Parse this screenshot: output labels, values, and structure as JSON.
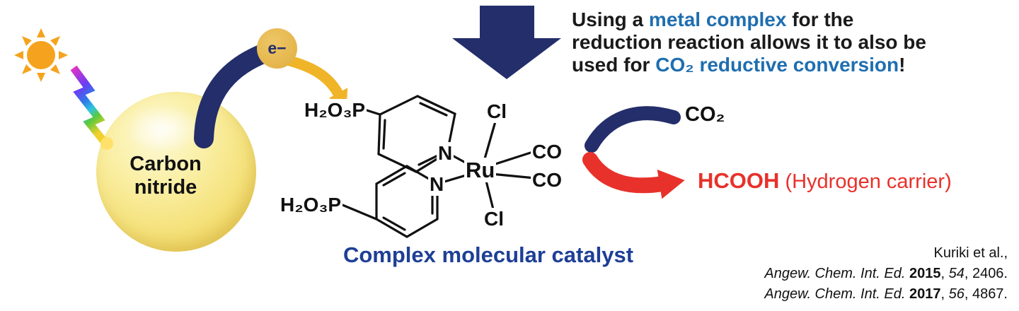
{
  "colors": {
    "navy_arrow": "#232e6a",
    "highlight_blue": "#1f6eb0",
    "catalyst_caption_blue": "#1e3f96",
    "product_red": "#e8312b",
    "electron_arrow_gold": "#f0b429",
    "sun_orange": "#f5a31e",
    "sphere_yellow": "#f5e27c"
  },
  "icons": {
    "sun": "sun-with-rays shape",
    "lightning": "rainbow-gradient zigzag bolt",
    "electron_badge": "gold circle"
  },
  "sphere": {
    "line1": "Carbon",
    "line2": "nitride"
  },
  "electron": {
    "label": "e−"
  },
  "headline": {
    "line1_pre": "Using a ",
    "line1_highlight": "metal complex",
    "line1_post": " for the",
    "line2": "reduction reaction allows it to also be",
    "line3_pre": "used for ",
    "line3_highlight": "CO₂ reductive conversion",
    "line3_post": "!"
  },
  "structure": {
    "phosphonate_top": "H₂O₃P",
    "phosphonate_bottom": "H₂O₃P",
    "chloride_top": "Cl",
    "chloride_bottom": "Cl",
    "metal": "Ru",
    "nitrogen_top": "N",
    "nitrogen_bottom": "N",
    "carbonyl_top": "CO",
    "carbonyl_bottom": "CO",
    "caption": "Complex molecular catalyst"
  },
  "reaction": {
    "reactant": "CO₂",
    "product": "HCOOH",
    "product_note": " (Hydrogen carrier)"
  },
  "citations": {
    "line1": "Kuriki et al.,",
    "line2_journal": "Angew. Chem. Int. Ed.",
    "line2_year": " 2015",
    "line2_mid": ", ",
    "line2_volume": "54",
    "line2_end": ", 2406.",
    "line3_journal": "Angew. Chem. Int. Ed.",
    "line3_year": " 2017",
    "line3_mid": ", ",
    "line3_volume": "56",
    "line3_end": ", 4867."
  }
}
